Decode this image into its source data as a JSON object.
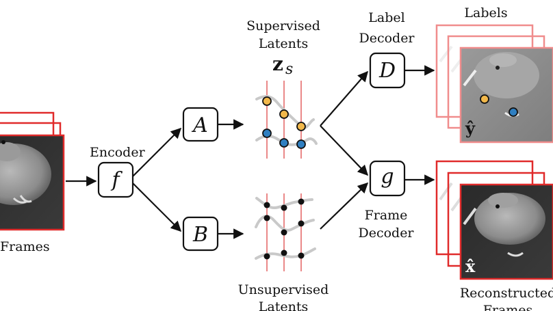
{
  "labels": {
    "frames": "Frames",
    "encoder": "Encoder",
    "supervised_line1": "Supervised",
    "supervised_line2": "Latents",
    "label_decoder_line1": "Label",
    "label_decoder_line2": "Decoder",
    "labels_title": "Labels",
    "frame_decoder_line1": "Frame",
    "frame_decoder_line2": "Decoder",
    "unsupervised_line1": "Unsupervised",
    "unsupervised_line2": "Latents",
    "reconstructed_line1": "Reconstructed",
    "reconstructed_line2": "Frames"
  },
  "symbols": {
    "encoder": "f",
    "module_a": "A",
    "module_b": "B",
    "label_decoder": "D",
    "frame_decoder": "g",
    "z_main": "z",
    "z_sub": "s",
    "y_hat": "ŷ",
    "x_hat": "x̂"
  },
  "colors": {
    "frame_border": "#e02a2a",
    "rail": "#e46a6a",
    "dot_yellow": "#f2b84b",
    "dot_blue": "#2f7fc1",
    "dot_black": "#111111"
  }
}
